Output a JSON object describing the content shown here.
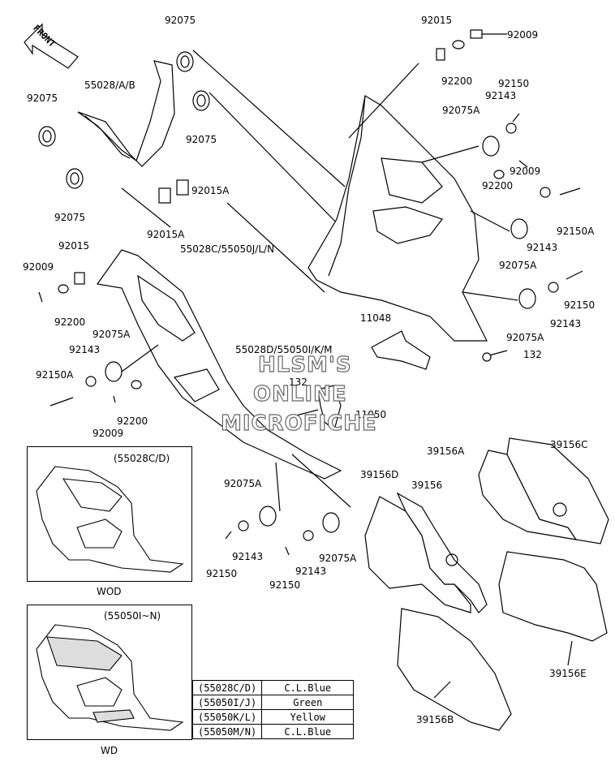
{
  "front_arrow": "FRONT",
  "labels": [
    {
      "id": "l1",
      "text": "92075"
    },
    {
      "id": "l2",
      "text": "55028/A/B"
    },
    {
      "id": "l3",
      "text": "92075"
    },
    {
      "id": "l4",
      "text": "92075"
    },
    {
      "id": "l5",
      "text": "92075"
    },
    {
      "id": "l6",
      "text": "92015A"
    },
    {
      "id": "l7",
      "text": "92015A"
    },
    {
      "id": "l8",
      "text": "92075"
    },
    {
      "id": "l9",
      "text": "92015"
    },
    {
      "id": "l10",
      "text": "92009"
    },
    {
      "id": "l11",
      "text": "92200"
    },
    {
      "id": "l12",
      "text": "92150"
    },
    {
      "id": "l13",
      "text": "92143"
    },
    {
      "id": "l14",
      "text": "92075A"
    },
    {
      "id": "l15",
      "text": "92009"
    },
    {
      "id": "l16",
      "text": "92200"
    },
    {
      "id": "l17",
      "text": "92150A"
    },
    {
      "id": "l18",
      "text": "92143"
    },
    {
      "id": "l19",
      "text": "92075A"
    },
    {
      "id": "l20",
      "text": "55028C/55050J/L/N"
    },
    {
      "id": "l21",
      "text": "92015"
    },
    {
      "id": "l22",
      "text": "92009"
    },
    {
      "id": "l23",
      "text": "92200"
    },
    {
      "id": "l24",
      "text": "11048"
    },
    {
      "id": "l25",
      "text": "92143"
    },
    {
      "id": "l26",
      "text": "92150"
    },
    {
      "id": "l27",
      "text": "92075A"
    },
    {
      "id": "l28",
      "text": "132"
    },
    {
      "id": "l29",
      "text": "92075A"
    },
    {
      "id": "l30",
      "text": "55028D/55050I/K/M"
    },
    {
      "id": "l31",
      "text": "92143"
    },
    {
      "id": "l32",
      "text": "92150A"
    },
    {
      "id": "l33",
      "text": "132"
    },
    {
      "id": "l34",
      "text": "92200"
    },
    {
      "id": "l35",
      "text": "92009"
    },
    {
      "id": "l36",
      "text": "11050"
    },
    {
      "id": "l37",
      "text": "39156A"
    },
    {
      "id": "l38",
      "text": "39156C"
    },
    {
      "id": "l39",
      "text": "39156D"
    },
    {
      "id": "l40",
      "text": "39156"
    },
    {
      "id": "l41",
      "text": "92075A"
    },
    {
      "id": "l42",
      "text": "92143"
    },
    {
      "id": "l43",
      "text": "92150"
    },
    {
      "id": "l44",
      "text": "92143"
    },
    {
      "id": "l45",
      "text": "92150"
    },
    {
      "id": "l46",
      "text": "92075A"
    },
    {
      "id": "l47",
      "text": "39156E"
    },
    {
      "id": "l48",
      "text": "39156B"
    }
  ],
  "watermark": [
    "HLSM'S",
    "ONLINE",
    "MICROFICHE"
  ],
  "insets": [
    {
      "id": "wod",
      "label": "(55028C/D)",
      "caption": "WOD"
    },
    {
      "id": "wd",
      "label": "(55050I~N)",
      "caption": "WD"
    }
  ],
  "color_table": [
    {
      "code": "(55028C/D)",
      "color": "C.L.Blue"
    },
    {
      "code": "(55050I/J)",
      "color": "Green"
    },
    {
      "code": "(55050K/L)",
      "color": "Yellow"
    },
    {
      "code": "(55050M/N)",
      "color": "C.L.Blue"
    }
  ]
}
